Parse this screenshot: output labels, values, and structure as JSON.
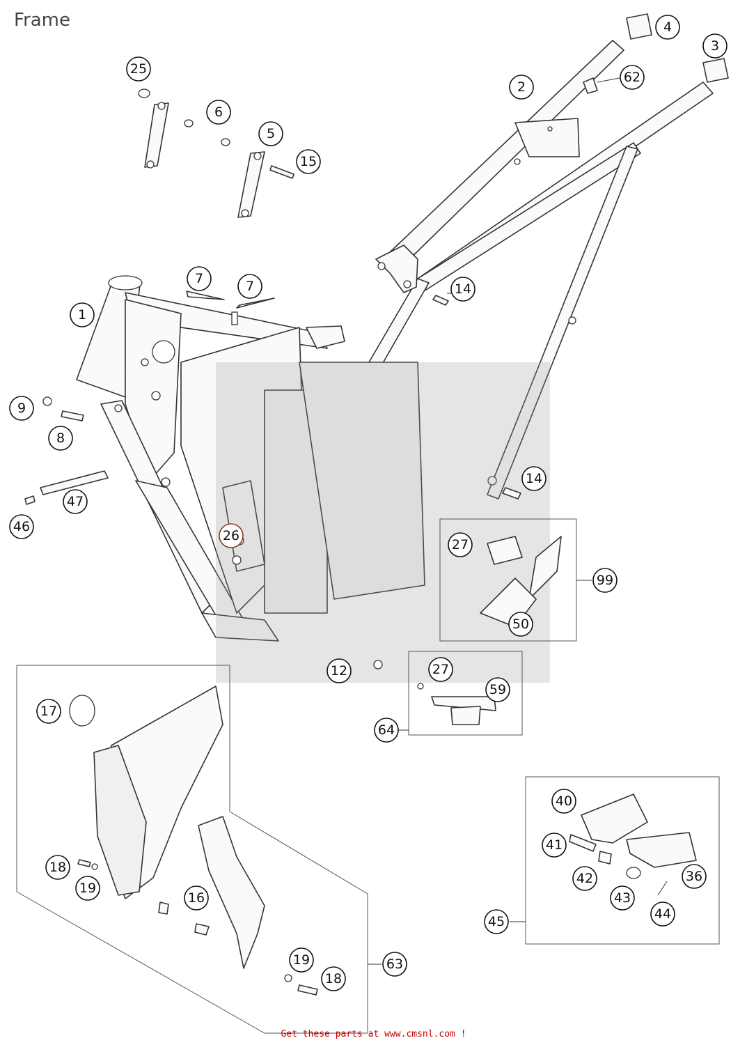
{
  "title": "Frame",
  "footer": "Get these parts at www.cmsnl.com !",
  "callouts": [
    {
      "id": "c1",
      "label": "1"
    },
    {
      "id": "c2",
      "label": "2"
    },
    {
      "id": "c3",
      "label": "3"
    },
    {
      "id": "c4",
      "label": "4"
    },
    {
      "id": "c5",
      "label": "5"
    },
    {
      "id": "c6",
      "label": "6"
    },
    {
      "id": "c7a",
      "label": "7"
    },
    {
      "id": "c7b",
      "label": "7"
    },
    {
      "id": "c8",
      "label": "8"
    },
    {
      "id": "c9",
      "label": "9"
    },
    {
      "id": "c12",
      "label": "12"
    },
    {
      "id": "c14a",
      "label": "14"
    },
    {
      "id": "c14b",
      "label": "14"
    },
    {
      "id": "c15",
      "label": "15"
    },
    {
      "id": "c16",
      "label": "16"
    },
    {
      "id": "c17",
      "label": "17"
    },
    {
      "id": "c18a",
      "label": "18"
    },
    {
      "id": "c18b",
      "label": "18"
    },
    {
      "id": "c19a",
      "label": "19"
    },
    {
      "id": "c19b",
      "label": "19"
    },
    {
      "id": "c25",
      "label": "25"
    },
    {
      "id": "c26",
      "label": "26"
    },
    {
      "id": "c27a",
      "label": "27"
    },
    {
      "id": "c27b",
      "label": "27"
    },
    {
      "id": "c36",
      "label": "36"
    },
    {
      "id": "c40",
      "label": "40"
    },
    {
      "id": "c41",
      "label": "41"
    },
    {
      "id": "c42",
      "label": "42"
    },
    {
      "id": "c43",
      "label": "43"
    },
    {
      "id": "c44",
      "label": "44"
    },
    {
      "id": "c45",
      "label": "45"
    },
    {
      "id": "c46",
      "label": "46"
    },
    {
      "id": "c47",
      "label": "47"
    },
    {
      "id": "c50",
      "label": "50"
    },
    {
      "id": "c59",
      "label": "59"
    },
    {
      "id": "c62",
      "label": "62"
    },
    {
      "id": "c63",
      "label": "63"
    },
    {
      "id": "c64",
      "label": "64"
    },
    {
      "id": "c99",
      "label": "99"
    }
  ]
}
